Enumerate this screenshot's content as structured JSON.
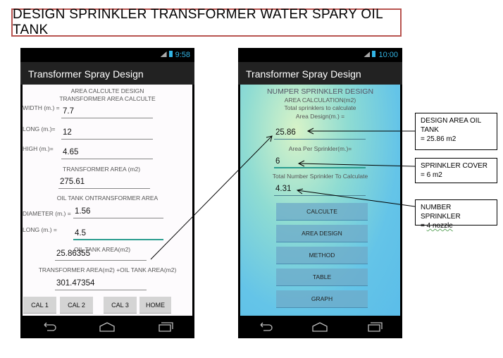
{
  "title": "DESIGN SPRINKLER TRANSFORMER  WATER SPARY OIL TANK",
  "left_phone": {
    "status_time": "9:58",
    "app_title": "Transformer Spray Design",
    "heading1": "AREA CALCULTE DESIGN",
    "heading2": "TRANSFORMER  AREA CALCULTE",
    "width_label": "WIDTH (m.) =",
    "width_value": "7.7",
    "long_label": "LONG (m.)=",
    "long_value": "12",
    "high_label": "HIGH (m.)=",
    "high_value": "4.65",
    "transformer_area_label": "TRANSFORMER  AREA (m2)",
    "transformer_area_value": "275.61",
    "oil_tank_heading": "OIL TANK ONTRANSFORMER  AREA",
    "diameter_label": "DIAMETER (m.) =",
    "diameter_value": "1.56",
    "tank_long_label": "LONG (m.) =",
    "tank_long_value": "4.5",
    "oil_tank_area_label": "OIL TANK AREA(m2)",
    "oil_tank_area_value": "25.86355",
    "total_label": "TRANSFORMER AREA(m2) +OIL TANK AREA(m2)",
    "total_value": "301.47354",
    "buttons": [
      "CAL 1",
      "CAL 2",
      "CAL 3",
      "HOME"
    ]
  },
  "right_phone": {
    "status_time": "10:00",
    "app_title": "Transformer Spray Design",
    "heading": "NUMPER SPRINKLER DESIGN",
    "sub1": "AREA CALCULATION(m2)",
    "sub2": "Total sprinklers to calculate",
    "sub3": "Area Design(m.) =",
    "area_design_value": "25.86",
    "per_sprinkler_label": "Area Per Sprinkler(m.)=",
    "per_sprinkler_value": "6",
    "total_number_label": "Total Number Sprinkler To Calculate",
    "total_number_value": "4.31",
    "buttons": [
      "CALCULTE",
      "AREA DESIGN",
      "METHOD",
      "TABLE",
      "GRAPH"
    ]
  },
  "notes": {
    "n1_line1": "DESIGN AREA OIL",
    "n1_line2": "TANK",
    "n1_line3": "= 25.86 m2",
    "n2_line1": "SPRINKLER COVER",
    "n2_line2": "= 6 m2",
    "n3_line1": "NUMBER SPRINKLER",
    "n3_prefix": "= ",
    "n3_line2": "4  nozzle"
  },
  "colors": {
    "title_border": "#b85450",
    "status_accent": "#33b5e5",
    "focus_underline": "#2a9d8f"
  }
}
